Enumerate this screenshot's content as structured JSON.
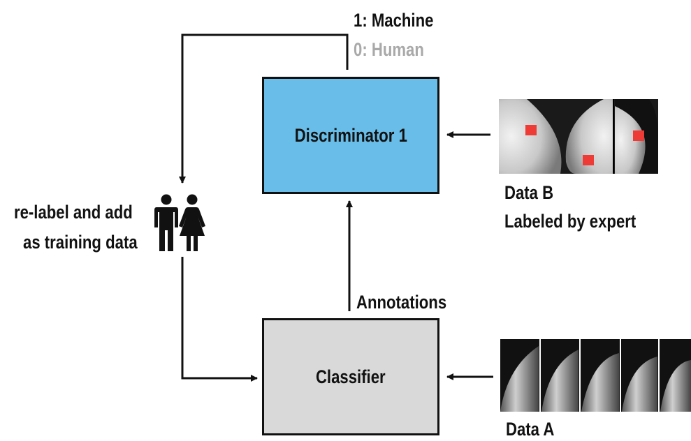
{
  "output_labels": {
    "machine": "1: Machine",
    "human": "0: Human"
  },
  "discriminator": {
    "label": "Discriminator 1",
    "fill": "#69bde9"
  },
  "classifier": {
    "label": "Classifier",
    "fill": "#d9d9d9"
  },
  "relabel": {
    "line1": "re-label and add",
    "line2": "as training data"
  },
  "annotations": "Annotations",
  "data_b": {
    "line1": "Data B",
    "line2": "Labeled by expert",
    "marker_color": "#ee3b35"
  },
  "data_a": {
    "label": "Data A"
  },
  "icons": [
    "man-icon",
    "woman-icon"
  ]
}
